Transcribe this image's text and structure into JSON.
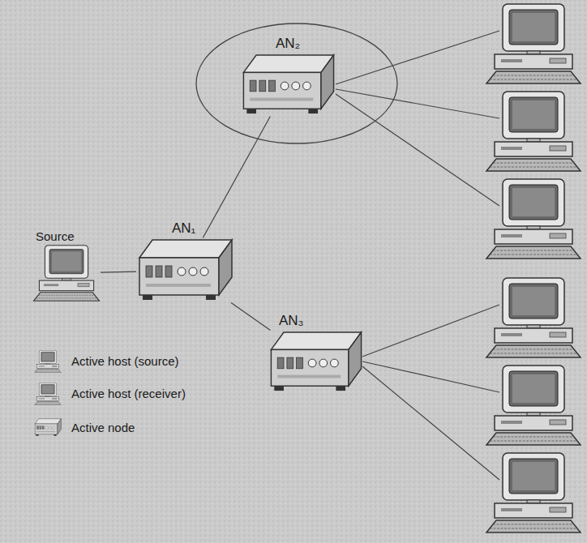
{
  "diagram": {
    "nodes": [
      {
        "text": [
          "Source"
        ]
      },
      {
        "text": [
          "AN₁"
        ]
      },
      {
        "text": [
          "AN₂"
        ]
      },
      {
        "text": [
          "AN₃"
        ]
      }
    ],
    "edges": [
      {
        "from": 0,
        "to": 1,
        "arrow": "none"
      },
      {
        "from": 1,
        "to": 2,
        "arrow": "none"
      },
      {
        "from": 1,
        "to": 3,
        "arrow": "none"
      }
    ],
    "legend": [
      {
        "text": "Active host (source)"
      },
      {
        "text": "Active host (receiver)"
      },
      {
        "text": "Active node"
      }
    ]
  }
}
